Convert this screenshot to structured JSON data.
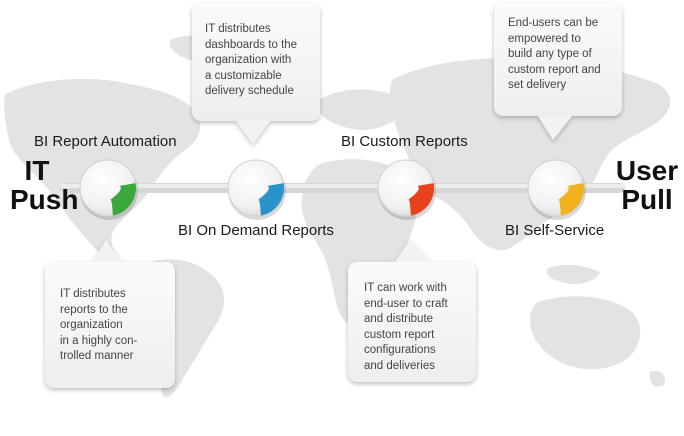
{
  "left_end": {
    "line1": "IT",
    "line2": "Push"
  },
  "right_end": {
    "line1": "User",
    "line2": "Pull"
  },
  "stages": [
    {
      "label": "BI Report Automation",
      "accent": "#3aa83a",
      "callout": "IT distributes\nreports to the\norganization\nin a highly con-\ntrolled manner"
    },
    {
      "label": "BI On Demand Reports",
      "accent": "#2a93c9",
      "callout": "IT distributes\ndashboards to the\norganization with\na customizable\ndelivery schedule"
    },
    {
      "label": "BI Custom Reports",
      "accent": "#e8421c",
      "callout": "IT can work with\nend-user to craft\nand distribute\ncustom report\nconfigurations\nand deliveries"
    },
    {
      "label": "BI Self-Service",
      "accent": "#f2b21e",
      "callout": "End-users can be\nempowered to\nbuild any type of\ncustom report and\nset delivery"
    }
  ],
  "colors": {
    "map": "#e3e3e3",
    "bubble": "#f6f6f6",
    "timeline": "#d6d6d6"
  }
}
